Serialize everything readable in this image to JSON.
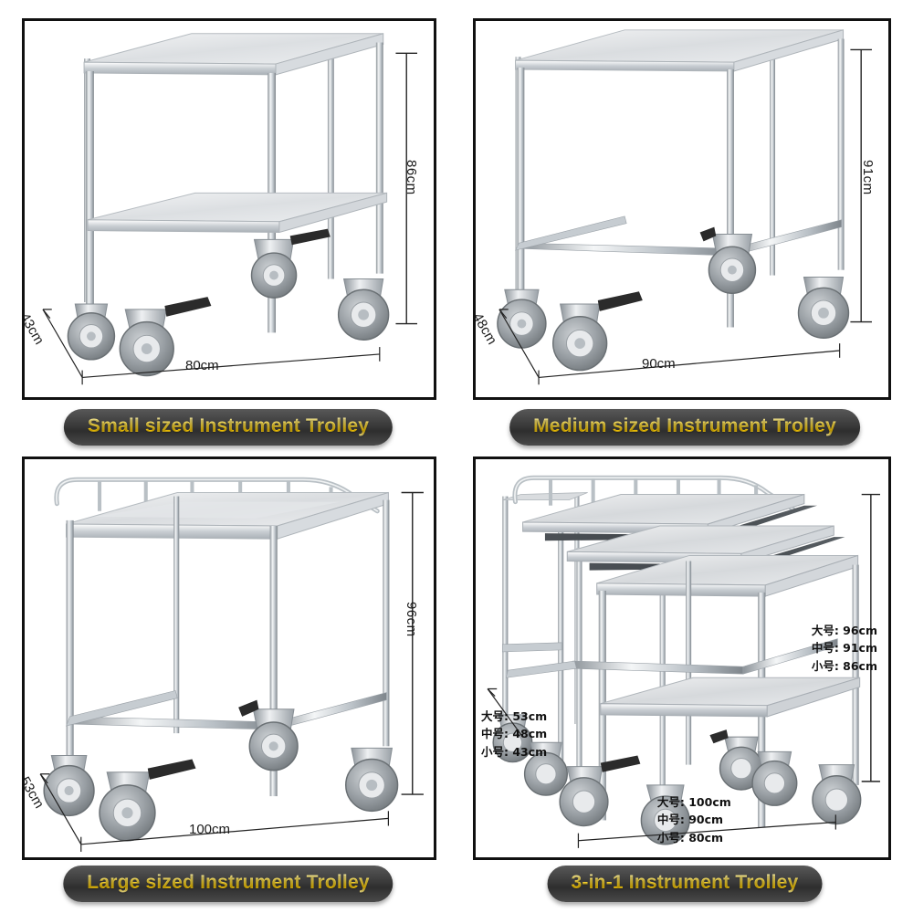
{
  "page": {
    "background": "#ffffff",
    "panel_border_color": "#111111",
    "caption_pill_color": "#3a3a3a",
    "caption_text_color": "#ffd633"
  },
  "panels": [
    {
      "id": "small",
      "caption": "Small sized Instrument Trolley",
      "product": "two-shelf stainless steel instrument trolley",
      "dimensions": {
        "height": "86cm",
        "width": "80cm",
        "depth": "43cm"
      }
    },
    {
      "id": "medium",
      "caption": "Medium sized Instrument Trolley",
      "product": "single-top stainless steel instrument table",
      "dimensions": {
        "height": "91cm",
        "width": "90cm",
        "depth": "48cm"
      }
    },
    {
      "id": "large",
      "caption": "Large sized Instrument Trolley",
      "product": "stainless steel instrument trolley with guard rail",
      "dimensions": {
        "height": "96cm",
        "width": "100cm",
        "depth": "53cm"
      }
    },
    {
      "id": "three-in-one",
      "caption": "3-in-1 Instrument Trolley",
      "product": "three nested stainless steel instrument trolleys",
      "spec_height": [
        "大号: 96cm",
        "中号: 91cm",
        "小号: 86cm"
      ],
      "spec_depth": [
        "大号: 53cm",
        "中号: 48cm",
        "小号: 43cm"
      ],
      "spec_width": [
        "大号: 100cm",
        "中号: 90cm",
        "小号: 80cm"
      ]
    }
  ]
}
